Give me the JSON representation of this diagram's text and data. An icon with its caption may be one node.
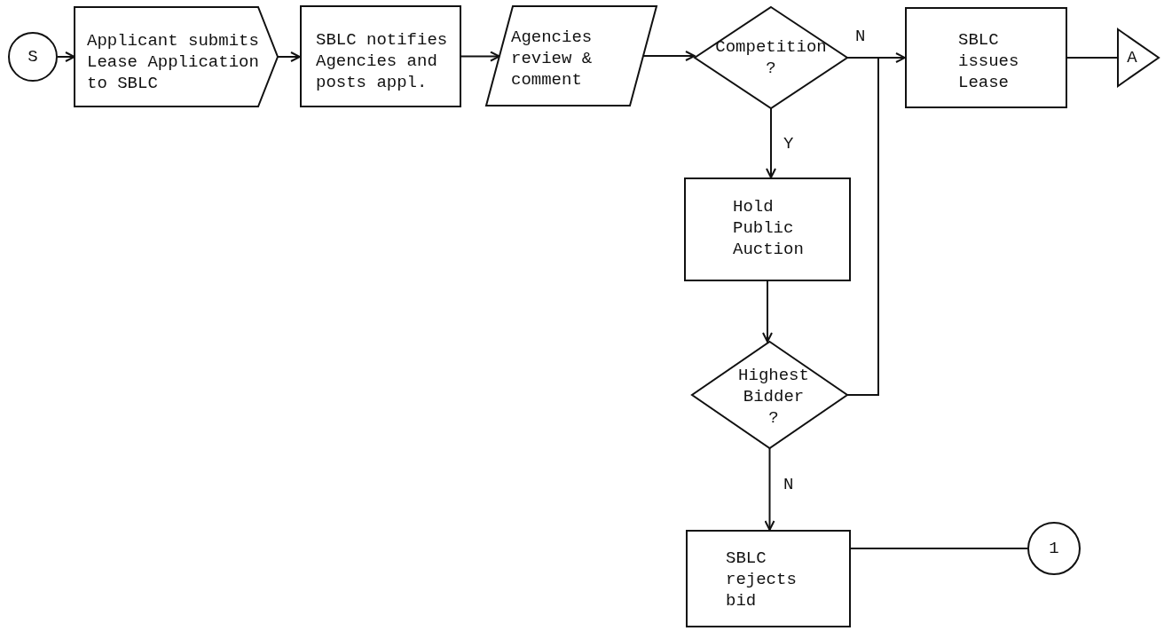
{
  "diagram": {
    "nodes": [
      {
        "text": [
          "S"
        ]
      },
      {
        "text": [
          "Applicant submits Lease Application to SBLC"
        ]
      },
      {
        "text": [
          "SBLC notifies Agencies and posts appl."
        ]
      },
      {
        "text": [
          "Agencies review & comment"
        ]
      },
      {
        "text": [
          "Competition ?"
        ]
      },
      {
        "text": [
          "SBLC issues Lease"
        ]
      },
      {
        "text": [
          "A"
        ]
      },
      {
        "text": [
          "Hold Public Auction"
        ]
      },
      {
        "text": [
          "Highest Bidder ?"
        ]
      },
      {
        "text": [
          "SBLC rejects bid"
        ]
      },
      {
        "text": [
          "1"
        ]
      }
    ],
    "edges": [
      {
        "from": 0,
        "to": 1,
        "arrow": "to"
      },
      {
        "from": 1,
        "to": 2,
        "arrow": "to"
      },
      {
        "from": 2,
        "to": 3,
        "arrow": "to"
      },
      {
        "from": 3,
        "to": 4,
        "arrow": "to"
      },
      {
        "from": 4,
        "to": 5,
        "arrow": "none",
        "label": "N"
      },
      {
        "from": 4,
        "to": 7,
        "arrow": "to",
        "label": "Y"
      },
      {
        "from": 7,
        "to": 8,
        "arrow": "to"
      },
      {
        "from": 8,
        "to": 5,
        "arrow": "to"
      },
      {
        "from": 8,
        "to": 9,
        "arrow": "to",
        "label": "N"
      },
      {
        "from": 5,
        "to": 6,
        "arrow": "none"
      },
      {
        "from": 9,
        "to": 10,
        "arrow": "none"
      }
    ]
  }
}
